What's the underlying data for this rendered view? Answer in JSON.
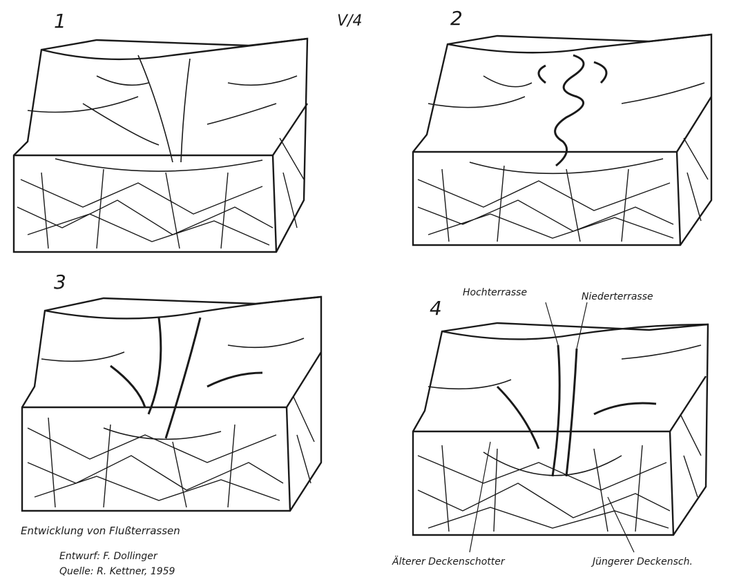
{
  "header": {
    "sheet_number": "V/4"
  },
  "panels": [
    {
      "id": "1",
      "number": "1"
    },
    {
      "id": "2",
      "number": "2"
    },
    {
      "id": "3",
      "number": "3"
    },
    {
      "id": "4",
      "number": "4"
    }
  ],
  "annotations": {
    "hochterrasse": "Hochterrasse",
    "niederterrasse": "Niederterrasse",
    "aelterer": "Älterer Deckenschotter",
    "juengerer": "Jüngerer Deckensch."
  },
  "caption": {
    "title": "Entwicklung von Flußterrassen",
    "author": "Entwurf: F. Dollinger",
    "source": "Quelle: R. Kettner, 1959"
  }
}
